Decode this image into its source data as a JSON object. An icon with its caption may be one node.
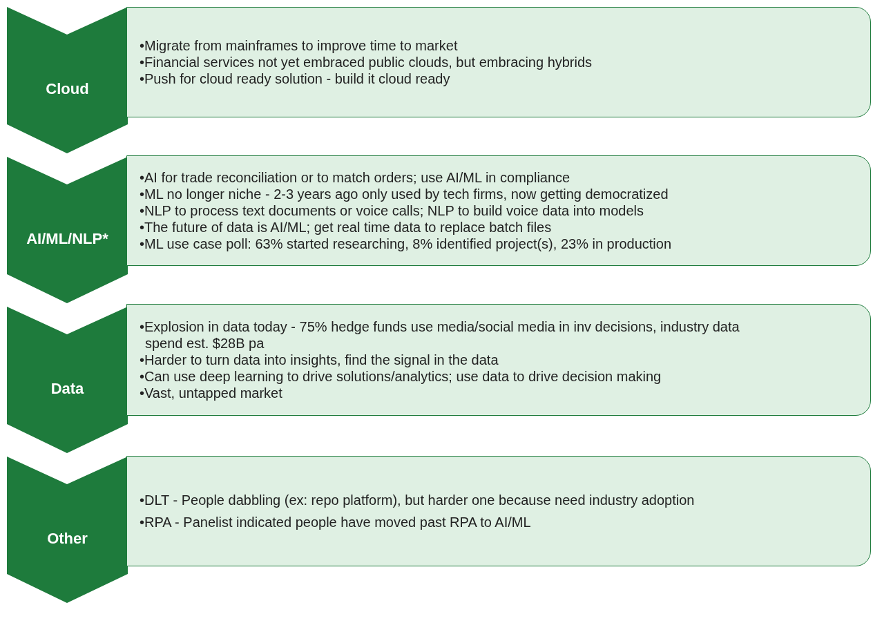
{
  "diagram": {
    "nodes": [
      {
        "text": [
          "Cloud"
        ]
      },
      {
        "text": [
          "•Migrate from mainframes to improve time to market",
          "•Financial services not yet embraced public clouds, but embracing hybrids",
          "•Push for cloud ready solution - build it cloud ready"
        ]
      },
      {
        "text": [
          "AI/ML/NLP*"
        ]
      },
      {
        "text": [
          "•AI for trade reconciliation or to match orders; use AI/ML in compliance",
          "•ML no longer niche - 2-3 years ago only used by tech firms, now getting democratized",
          "•NLP to process text documents or voice calls; NLP to build voice data into models",
          "•The future of data is AI/ML; get real time data to replace batch files",
          "•ML use case poll: 63% started researching, 8% identified project(s), 23% in production"
        ]
      },
      {
        "text": [
          "Data"
        ]
      },
      {
        "text": [
          "•Explosion in data today - 75% hedge funds use media/social media in inv decisions, industry data spend est. $28B pa",
          "•Harder to turn data into insights, find the signal in the data",
          "•Can use deep learning to drive solutions/analytics; use data to drive decision making",
          "•Vast, untapped market"
        ]
      },
      {
        "text": [
          "Other"
        ]
      },
      {
        "text": [
          "•DLT - People dabbling (ex: repo platform), but harder one because need industry adoption",
          "•RPA - Panelist indicated people have moved past RPA to AI/ML"
        ]
      }
    ],
    "edges": []
  }
}
